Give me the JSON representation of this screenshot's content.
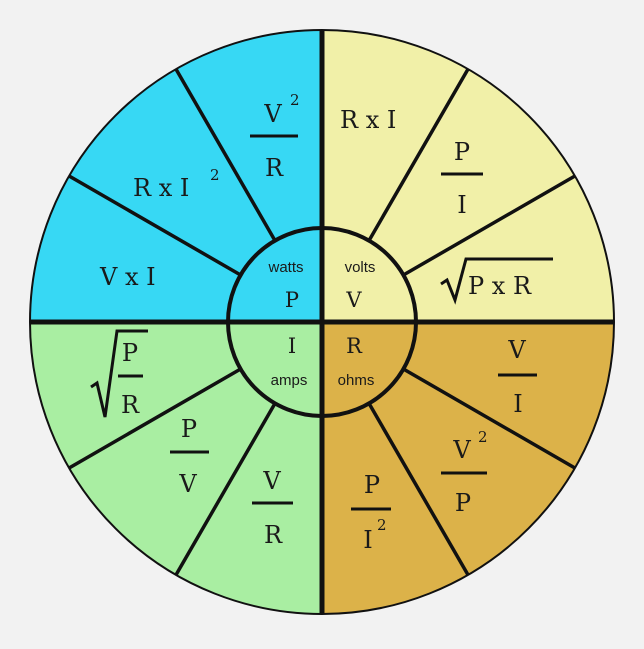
{
  "colors": {
    "watts": "#37d8f4",
    "volts": "#f1f0a8",
    "amps": "#a9eea2",
    "ohms": "#dcb249",
    "background": "#f2f2f2",
    "line": "#111111"
  },
  "center": {
    "watts": {
      "unit": "watts",
      "letter": "P"
    },
    "volts": {
      "unit": "volts",
      "letter": "V"
    },
    "amps": {
      "unit": "amps",
      "letter": "I"
    },
    "ohms": {
      "unit": "ohms",
      "letter": "R"
    }
  },
  "formulas": {
    "watts": {
      "v_sq_over_r": {
        "num": "V",
        "exp": "2",
        "den": "R"
      },
      "r_times_i_sq": {
        "text": "R x I",
        "exp": "2"
      },
      "v_times_i": {
        "text": "V x I"
      }
    },
    "volts": {
      "r_times_i": {
        "text": "R x I"
      },
      "p_over_i": {
        "num": "P",
        "den": "I"
      },
      "sqrt_p_times_r": {
        "radicand": "P x R"
      }
    },
    "amps": {
      "sqrt_p_over_r": {
        "num": "P",
        "den": "R"
      },
      "p_over_v": {
        "num": "P",
        "den": "V"
      },
      "v_over_r": {
        "num": "V",
        "den": "R"
      }
    },
    "ohms": {
      "v_over_i": {
        "num": "V",
        "den": "I"
      },
      "v_sq_over_p": {
        "num": "V",
        "exp": "2",
        "den": "P"
      },
      "p_over_i_sq": {
        "num": "P",
        "den": "I",
        "exp": "2"
      }
    }
  }
}
